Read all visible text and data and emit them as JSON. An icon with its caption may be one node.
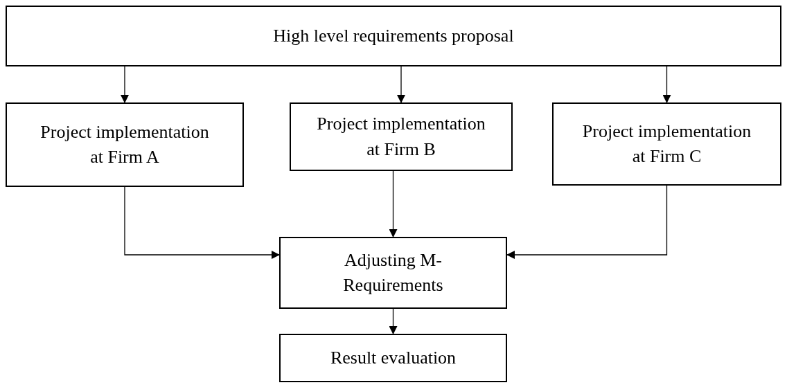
{
  "diagram": {
    "nodes": [
      {
        "text": [
          "High level requirements proposal"
        ]
      },
      {
        "text": [
          "Project implementation at Firm A"
        ]
      },
      {
        "text": [
          "Project implementation at Firm B"
        ]
      },
      {
        "text": [
          "Project implementation at Firm C"
        ]
      },
      {
        "text": [
          "Adjusting M- Requirements"
        ]
      },
      {
        "text": [
          "Result evaluation"
        ]
      }
    ],
    "edges": [
      {
        "from": 0,
        "to": 1,
        "arrow": "to"
      },
      {
        "from": 0,
        "to": 2,
        "arrow": "to"
      },
      {
        "from": 0,
        "to": 3,
        "arrow": "to"
      },
      {
        "from": 1,
        "to": 4,
        "arrow": "to"
      },
      {
        "from": 2,
        "to": 4,
        "arrow": "to"
      },
      {
        "from": 3,
        "to": 4,
        "arrow": "to"
      },
      {
        "from": 4,
        "to": 5,
        "arrow": "to"
      }
    ]
  }
}
